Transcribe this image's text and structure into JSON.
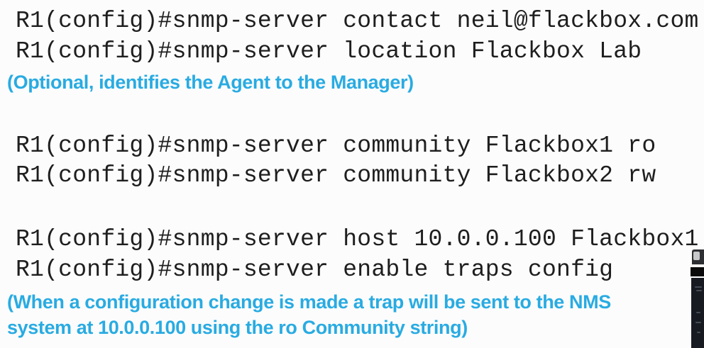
{
  "slide": {
    "background_color": "#fcfcfc",
    "command_text_color": "#1e1e1e",
    "annotation_text_color": "#29abe2"
  },
  "commands": [
    {
      "text": "R1(config)#snmp-server contact neil@flackbox.com"
    },
    {
      "text": "R1(config)#snmp-server location Flackbox Lab"
    },
    {
      "text": "R1(config)#snmp-server community Flackbox1 ro"
    },
    {
      "text": "R1(config)#snmp-server community Flackbox2 rw"
    },
    {
      "text": "R1(config)#snmp-server host 10.0.0.100 Flackbox1"
    },
    {
      "text": "R1(config)#snmp-server enable traps config"
    }
  ],
  "annotations": {
    "optional_note": "(Optional, identifies the Agent to the Manager)",
    "trap_note_line1": "(When a configuration change is made a trap will be sent to the NMS",
    "trap_note_line2": "system at 10.0.0.100 using the ro Community string)"
  },
  "corner_fragment": {
    "description": "cropped dark image fragment at right edge"
  }
}
